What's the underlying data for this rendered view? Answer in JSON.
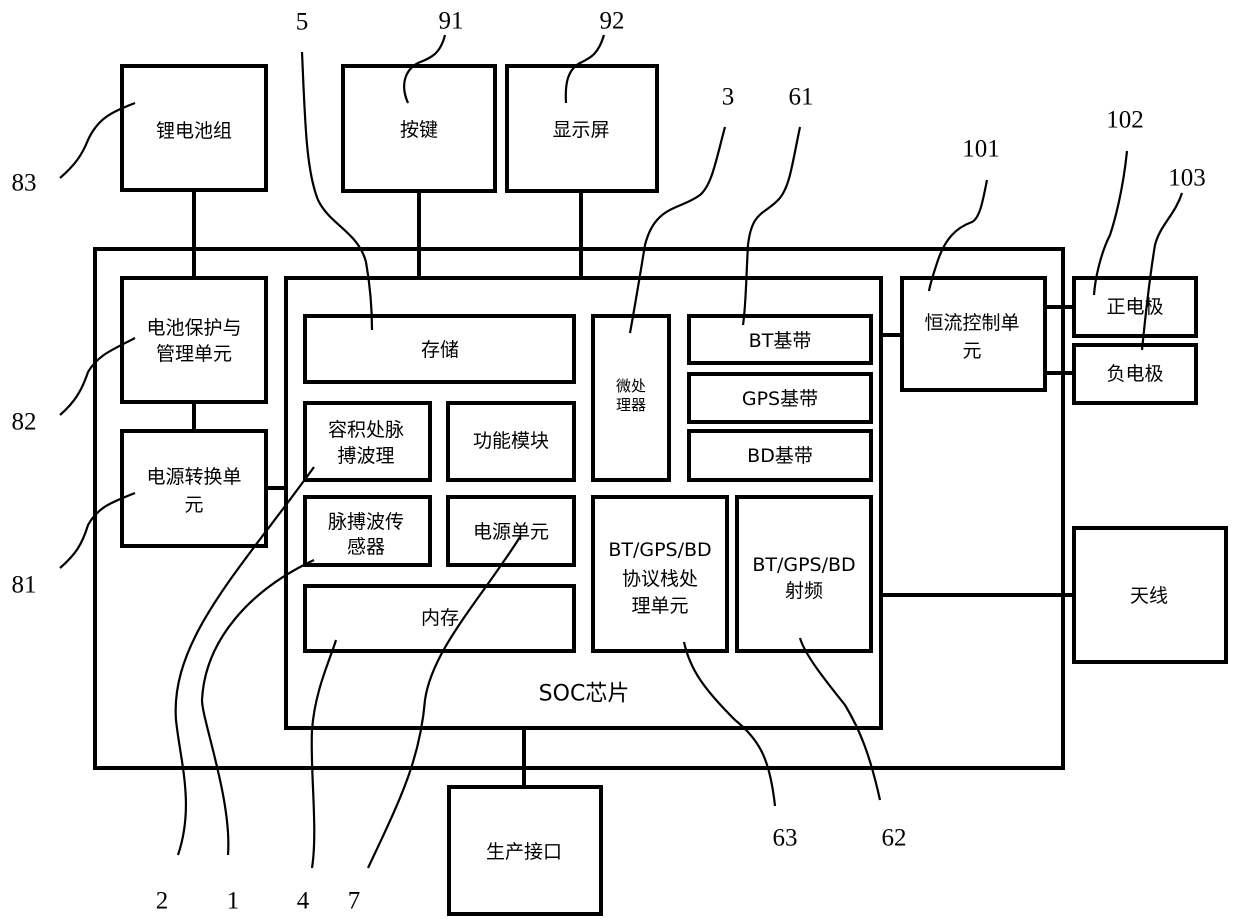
{
  "diagram": {
    "title": "SOC芯片",
    "external_blocks": {
      "battery_pack": "锂电池组",
      "keys": "按键",
      "display": "显示屏",
      "production_interface": "生产接口",
      "antenna": "天线",
      "positive_electrode": "正电极",
      "negative_electrode": "负电极"
    },
    "device_blocks": {
      "battery_protection": [
        "电池保护与",
        "管理单元"
      ],
      "power_conversion": [
        "电源转换单",
        "元"
      ],
      "constant_current_control": [
        "恒流控制单",
        "元"
      ]
    },
    "soc_blocks": {
      "storage": "存储",
      "volume_pulse_processing": [
        "容积处脉",
        "搏波理"
      ],
      "function_module": "功能模块",
      "pulse_sensor": [
        "脉搏波传",
        "感器"
      ],
      "power_unit": "电源单元",
      "memory": "内存",
      "microprocessor": [
        "微处",
        "理器"
      ],
      "bt_baseband": "BT基带",
      "gps_baseband": "GPS基带",
      "bd_baseband": "BD基带",
      "protocol_stack": [
        "BT/GPS/BD",
        "协议栈处",
        "理单元"
      ],
      "rf": [
        "BT/GPS/BD",
        "射频"
      ]
    },
    "reference_numbers": {
      "n5": "5",
      "n91": "91",
      "n92": "92",
      "n3": "3",
      "n61": "61",
      "n101": "101",
      "n102": "102",
      "n103": "103",
      "n83": "83",
      "n82": "82",
      "n81": "81",
      "n2": "2",
      "n1": "1",
      "n4": "4",
      "n7": "7",
      "n63": "63",
      "n62": "62"
    }
  }
}
